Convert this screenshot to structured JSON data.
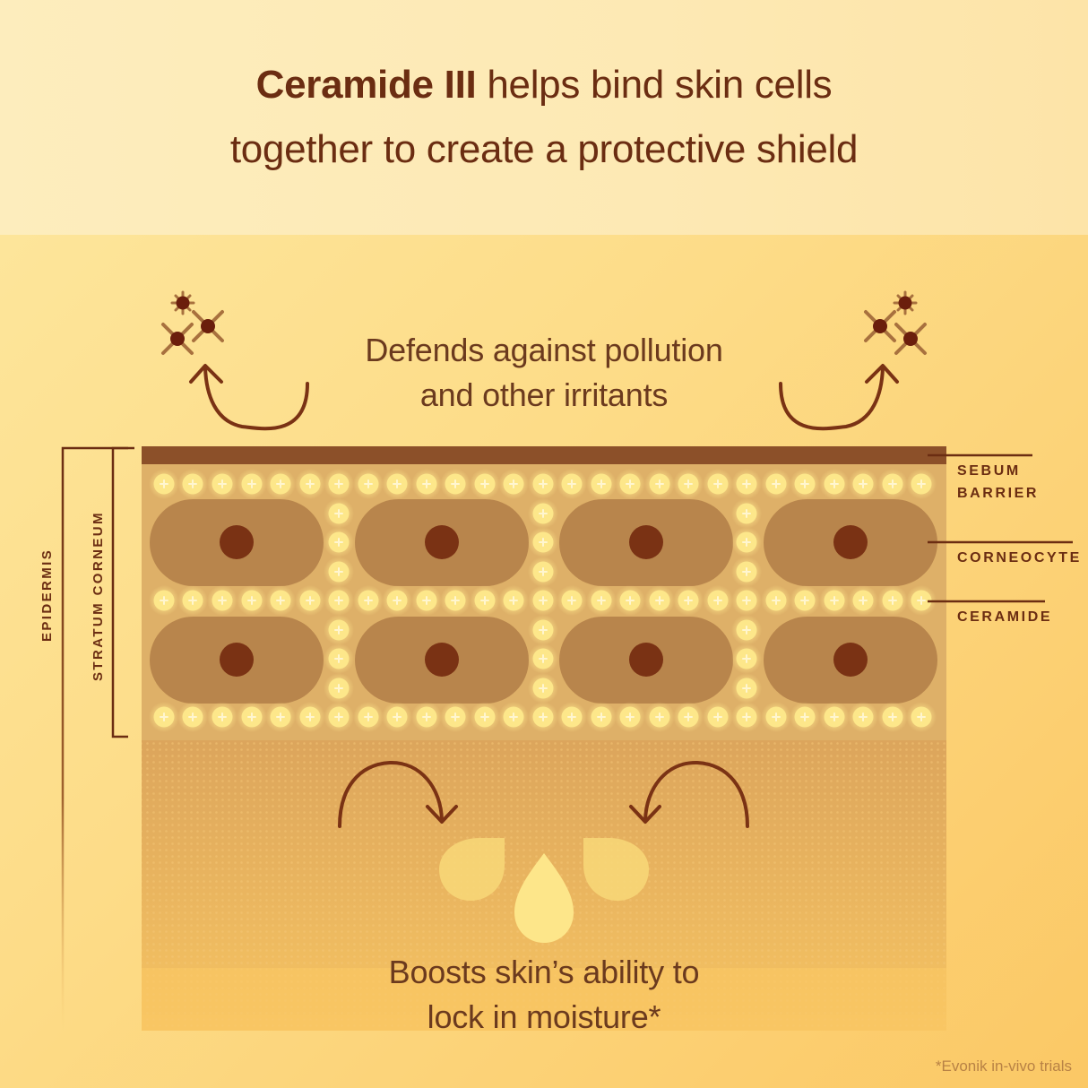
{
  "header": {
    "title_bold": "Ceramide III",
    "title_rest": " helps bind skin cells",
    "title_line2": "together to create a protective shield"
  },
  "captions": {
    "defends_line1": "Defends against pollution",
    "defends_line2": "and other irritants",
    "boosts_line1": "Boosts skin’s ability to",
    "boosts_line2": "lock in moisture*"
  },
  "labels": {
    "sebum_line1": "SEBUM",
    "sebum_line2": "BARRIER",
    "corneocyte": "CORNEOCYTE",
    "ceramide": "CERAMIDE",
    "epidermis": "EPIDERMIS",
    "stratum_corneum": "STRATUM CORNEUM"
  },
  "footnote": "*Evonik in-vivo trials",
  "colors": {
    "text_dark": "#6b2d12",
    "sebum": "#8c5029",
    "cell": "#b8854c",
    "nucleus": "#7a3214",
    "bead": "#fde78a",
    "layer_bg": "#dcae62",
    "dermis_bg": "#e2aa5a"
  },
  "diagram": {
    "cell_rows": 2,
    "cells_per_row": 4,
    "icons": [
      "pollutant-particle-icon",
      "curved-arrow-icon",
      "water-drop-icon"
    ]
  }
}
